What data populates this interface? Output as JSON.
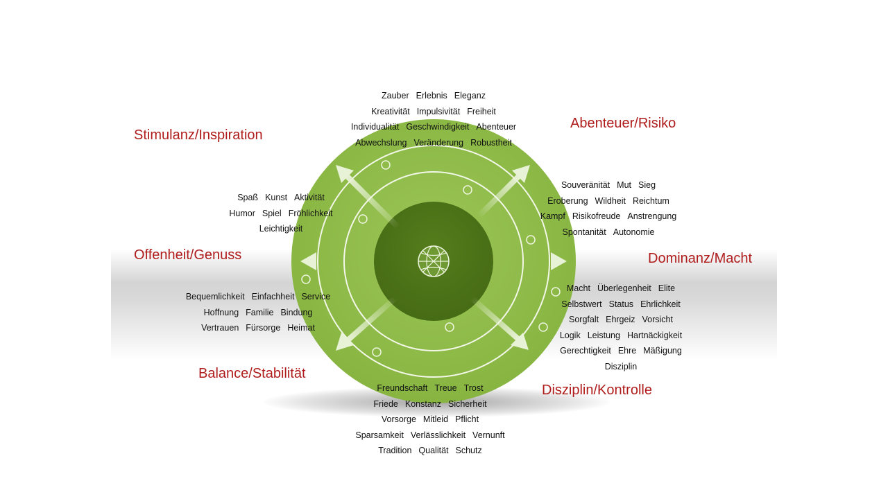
{
  "categories": {
    "stimulanz": "Stimulanz/Inspiration",
    "abenteuer": "Abenteuer/Risiko",
    "offenheit": "Offenheit/Genuss",
    "dominanz": "Dominanz/Macht",
    "balance": "Balance/Stabilität",
    "disziplin": "Disziplin/Kontrolle"
  },
  "groups": {
    "top": [
      [
        "Zauber",
        "Erlebnis",
        "Eleganz"
      ],
      [
        "Kreativität",
        "Impulsivität",
        "Freiheit"
      ],
      [
        "Individualität",
        "Geschwindigkeit",
        "Abenteuer"
      ],
      [
        "Abwechslung",
        "Veränderung",
        "Robustheit"
      ]
    ],
    "upper_left": [
      [
        "Spaß",
        "Kunst",
        "Aktivität"
      ],
      [
        "Humor",
        "Spiel",
        "Fröhlichkeit"
      ],
      [
        "Leichtigkeit"
      ]
    ],
    "upper_right": [
      [
        "Souveränität",
        "Mut",
        "Sieg"
      ],
      [
        "Eroberung",
        "Wildheit",
        "Reichtum"
      ],
      [
        "Kampf",
        "Risikofreude",
        "Anstrengung"
      ],
      [
        "Spontanität",
        "Autonomie"
      ]
    ],
    "lower_left": [
      [
        "Bequemlichkeit",
        "Einfachheit",
        "Service"
      ],
      [
        "Hoffnung",
        "Familie",
        "Bindung"
      ],
      [
        "Vertrauen",
        "Fürsorge",
        "Heimat"
      ]
    ],
    "lower_right": [
      [
        "Macht",
        "Überlegenheit",
        "Elite"
      ],
      [
        "Selbstwert",
        "Status",
        "Ehrlichkeit"
      ],
      [
        "Sorgfalt",
        "Ehrgeiz",
        "Vorsicht"
      ],
      [
        "Logik",
        "Leistung",
        "Hartnäckigkeit"
      ],
      [
        "Gerechtigkeit",
        "Ehre",
        "Mäßigung"
      ],
      [
        "Disziplin"
      ]
    ],
    "bottom": [
      [
        "Freundschaft",
        "Treue",
        "Trost"
      ],
      [
        "Friede",
        "Konstanz",
        "Sicherheit"
      ],
      [
        "Vorsorge",
        "Mitleid",
        "Pflicht"
      ],
      [
        "Sparsamkeit",
        "Verlässlichkeit",
        "Vernunft"
      ],
      [
        "Tradition",
        "Qualität",
        "Schutz"
      ]
    ]
  },
  "colors": {
    "outer_green": "#8fba4a",
    "inner_green": "#4e7419",
    "ring_line": "#f2f7e8",
    "category_red": "#b01c1c"
  }
}
